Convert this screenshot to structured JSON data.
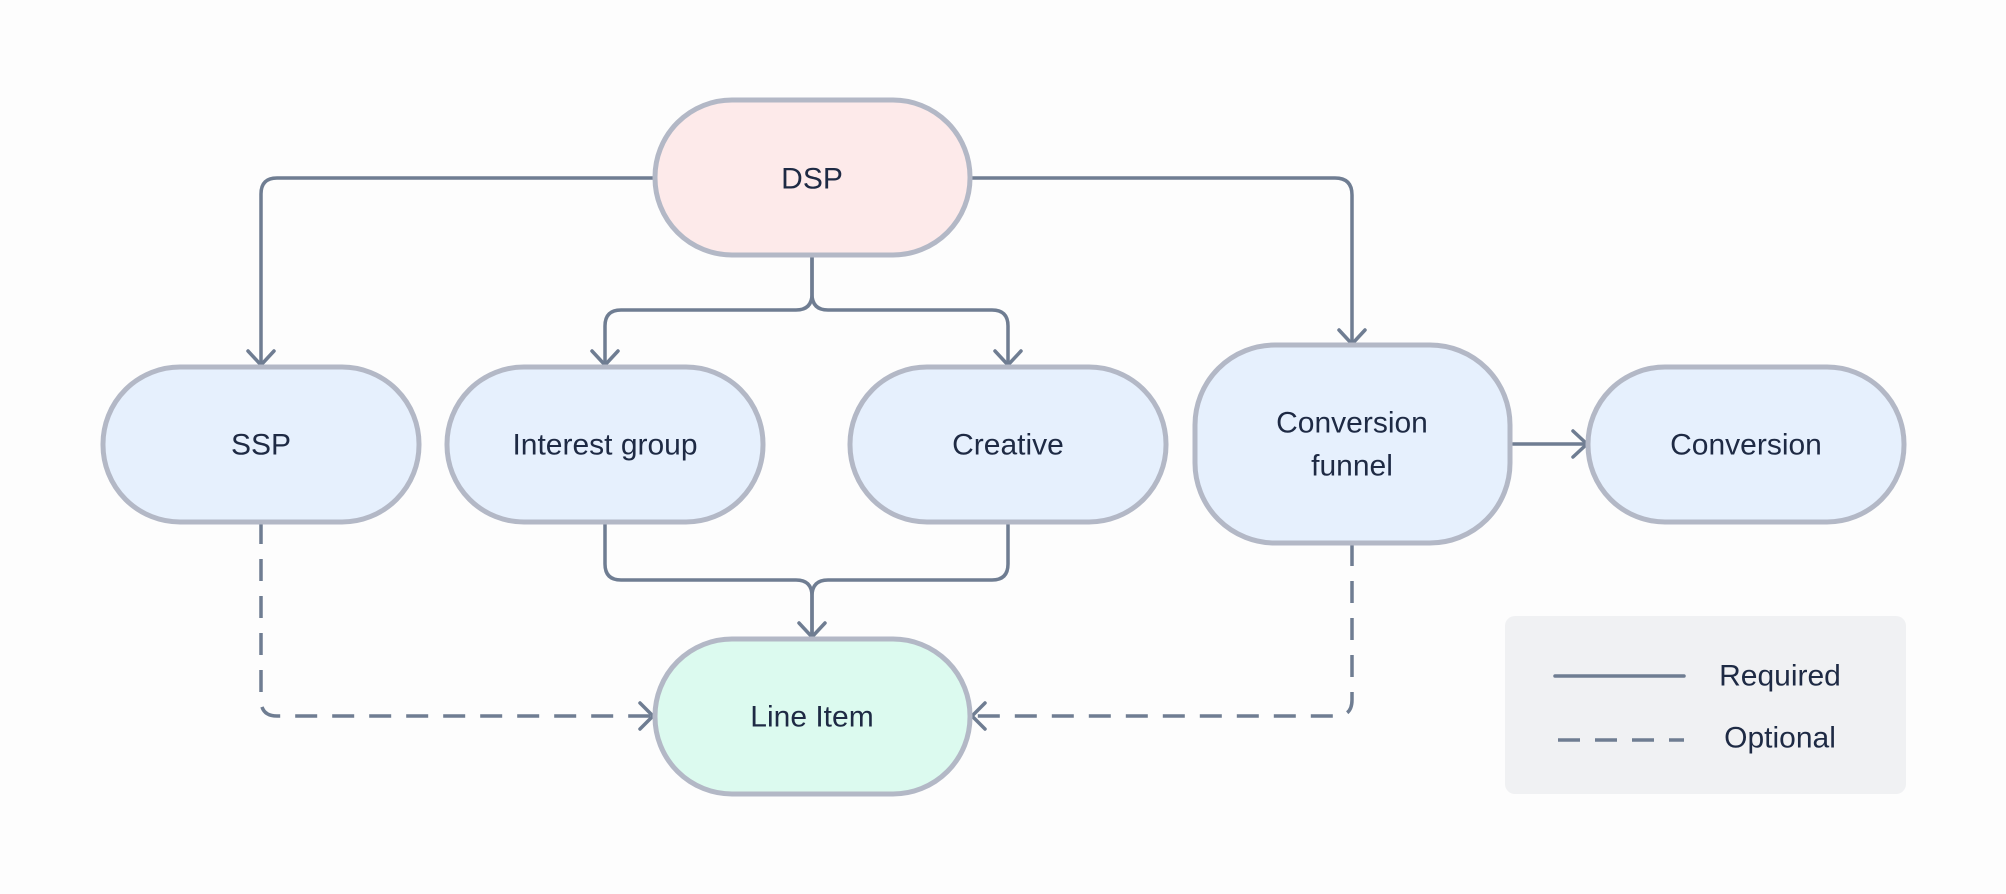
{
  "colors": {
    "background": "#fdfdfd",
    "node_border": "#b3b8c6",
    "edge": "#6f7d92",
    "text": "#1e2a44",
    "root_fill": "#fdeaea",
    "entity_fill": "#e6f0fd",
    "target_fill": "#dcfaef",
    "legend_fill": "#f0f1f3"
  },
  "nodes": {
    "dsp": {
      "label": "DSP"
    },
    "ssp": {
      "label": "SSP"
    },
    "interest_group": {
      "label": "Interest group"
    },
    "creative": {
      "label": "Creative"
    },
    "conversion_funnel": {
      "line1": "Conversion",
      "line2": "funnel"
    },
    "conversion": {
      "label": "Conversion"
    },
    "line_item": {
      "label": "Line Item"
    }
  },
  "edges": [
    {
      "from": "DSP",
      "to": "SSP",
      "style": "required"
    },
    {
      "from": "DSP",
      "to": "Interest group",
      "style": "required"
    },
    {
      "from": "DSP",
      "to": "Creative",
      "style": "required"
    },
    {
      "from": "DSP",
      "to": "Conversion funnel",
      "style": "required"
    },
    {
      "from": "Conversion funnel",
      "to": "Conversion",
      "style": "required"
    },
    {
      "from": "Interest group",
      "to": "Line Item",
      "style": "required"
    },
    {
      "from": "Creative",
      "to": "Line Item",
      "style": "required"
    },
    {
      "from": "SSP",
      "to": "Line Item",
      "style": "optional"
    },
    {
      "from": "Conversion funnel",
      "to": "Line Item",
      "style": "optional"
    }
  ],
  "legend": {
    "required_label": "Required",
    "optional_label": "Optional"
  }
}
